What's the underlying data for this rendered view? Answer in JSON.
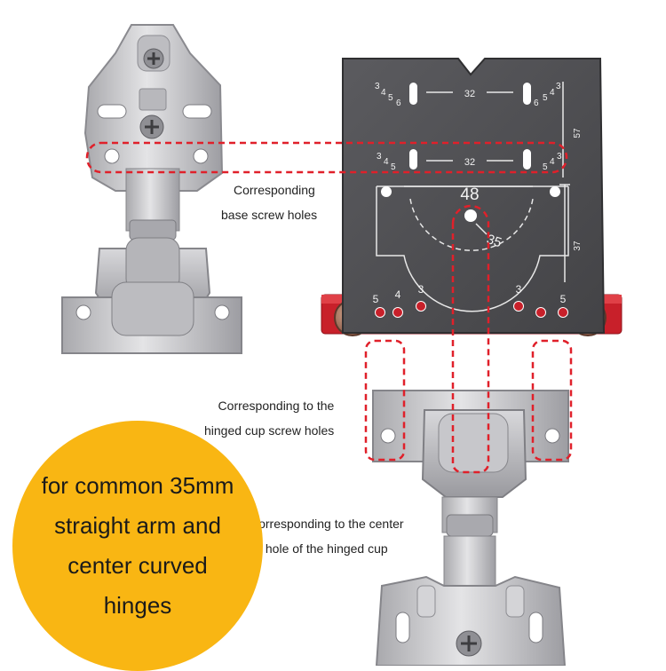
{
  "callouts": {
    "base_screw_holes": [
      "Corresponding",
      "base screw holes"
    ],
    "cup_screw_holes": [
      "Corresponding to the",
      "hinged cup screw holes"
    ],
    "cup_center_hole": [
      "Corresponding to the center",
      "hole of the hinged cup"
    ]
  },
  "badge": {
    "lines": [
      "for common 35mm",
      "straight arm and",
      "center curved",
      "hinges"
    ]
  },
  "jig_markings": {
    "top_row_spacing": "32",
    "middle_row_spacing": "32",
    "cup_diameter": "48",
    "cup_hole": "35",
    "side_depth_top": "57",
    "side_depth_bottom": "37",
    "top_left_scale": [
      "3",
      "4",
      "5",
      "6"
    ],
    "top_right_scale": [
      "6",
      "5",
      "4",
      "3"
    ],
    "middle_left_scale": [
      "3",
      "4",
      "5"
    ],
    "middle_right_scale": [
      "5",
      "4",
      "3"
    ],
    "bottom_left_holes": [
      "5",
      "4",
      "3"
    ],
    "bottom_right_holes": [
      "3",
      "5"
    ]
  },
  "colors": {
    "badge": "#f9b613",
    "guide_lines": "#e0202a",
    "jig_plate": "#4f4f52",
    "jig_base": "#c8202a",
    "hinge_steel": "#c9c9cc"
  }
}
